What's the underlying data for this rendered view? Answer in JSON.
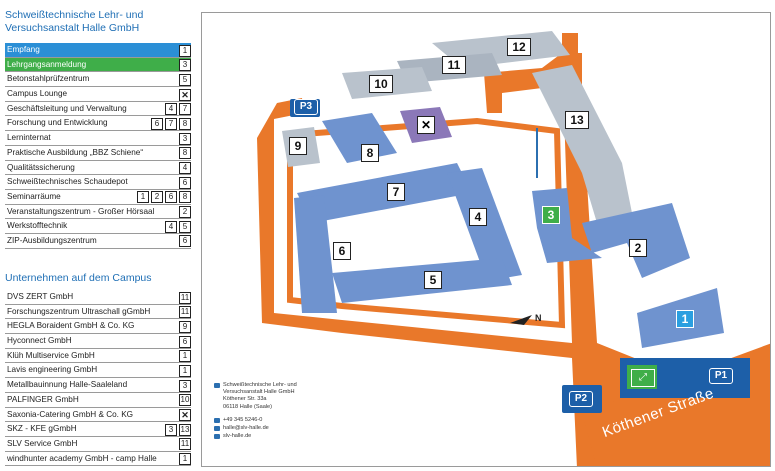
{
  "institute": {
    "title_line1": "Schweißtechnische Lehr- und",
    "title_line2": "Versuchsanstalt Halle GmbH"
  },
  "places": [
    {
      "label": "Empfang",
      "nums": [
        "1"
      ],
      "state": "selected-blue"
    },
    {
      "label": "Lehrgangsanmeldung",
      "nums": [
        "3"
      ],
      "state": "selected-green"
    },
    {
      "label": "Betonstahlprüfzentrum",
      "nums": [
        "5"
      ],
      "state": ""
    },
    {
      "label": "Campus Lounge",
      "nums": [
        "✕"
      ],
      "state": ""
    },
    {
      "label": "Geschäftsleitung und Verwaltung",
      "nums": [
        "4",
        "7"
      ],
      "state": ""
    },
    {
      "label": "Forschung und Entwicklung",
      "nums": [
        "6",
        "7",
        "8"
      ],
      "state": ""
    },
    {
      "label": "Lerninternat",
      "nums": [
        "3"
      ],
      "state": ""
    },
    {
      "label": "Praktische Ausbildung „BBZ Schiene“",
      "nums": [
        "8"
      ],
      "state": ""
    },
    {
      "label": "Qualitätssicherung",
      "nums": [
        "4"
      ],
      "state": ""
    },
    {
      "label": "Schweißtechnisches Schaudepot",
      "nums": [
        "6"
      ],
      "state": ""
    },
    {
      "label": "Seminarräume",
      "nums": [
        "1",
        "2",
        "6",
        "8"
      ],
      "state": ""
    },
    {
      "label": "Veranstaltungszentrum - Großer Hörsaal",
      "nums": [
        "2"
      ],
      "state": ""
    },
    {
      "label": "Werkstofftechnik",
      "nums": [
        "4",
        "5"
      ],
      "state": ""
    },
    {
      "label": "ZIP-Ausbildungszentrum",
      "nums": [
        "6"
      ],
      "state": ""
    }
  ],
  "companies_title": "Unternehmen auf dem Campus",
  "companies": [
    {
      "label": "DVS ZERT GmbH",
      "nums": [
        "11"
      ]
    },
    {
      "label": "Forschungszentrum Ultraschall gGmbH",
      "nums": [
        "11"
      ]
    },
    {
      "label": "HEGLA Boraident GmbH & Co. KG",
      "nums": [
        "9"
      ]
    },
    {
      "label": "Hyconnect GmbH",
      "nums": [
        "6"
      ]
    },
    {
      "label": "Klüh Multiservice GmbH",
      "nums": [
        "1"
      ]
    },
    {
      "label": "Lavis engineering GmbH",
      "nums": [
        "1"
      ]
    },
    {
      "label": "Metallbauinnung Halle-Saaleland",
      "nums": [
        "3"
      ]
    },
    {
      "label": "PALFINGER GmbH",
      "nums": [
        "10"
      ]
    },
    {
      "label": "Saxonia-Catering GmbH & Co. KG",
      "nums": [
        "✕"
      ]
    },
    {
      "label": "SKZ - KFE gGmbH",
      "nums": [
        "3",
        "13"
      ]
    },
    {
      "label": "SLV Service GmbH",
      "nums": [
        "11"
      ]
    },
    {
      "label": "windhunter academy GmbH - camp Halle",
      "nums": [
        "1"
      ]
    }
  ],
  "map": {
    "street_name": "Köthener Straße",
    "parking": [
      "P3",
      "P2",
      "P1"
    ],
    "north_label": "N",
    "building_labels": [
      "1",
      "2",
      "3",
      "4",
      "5",
      "6",
      "7",
      "8",
      "9",
      "10",
      "11",
      "12",
      "13"
    ],
    "colors": {
      "road": "#e9782a",
      "building_blue": "#6f93cf",
      "building_gray": "#b9c2cc",
      "lounge_purple": "#8b78b8",
      "parking_blue": "#1d5fa8",
      "green": "#3fae49"
    }
  },
  "contact": {
    "name_line1": "Schweißtechnische Lehr- und",
    "name_line2": "Versuchsanstalt Halle GmbH",
    "street": "Köthener Str. 33a",
    "city": "06118 Halle (Saale)",
    "phone": "+49 345 5246-0",
    "email": "halle@slv-halle.de",
    "web": "slv-halle.de"
  }
}
